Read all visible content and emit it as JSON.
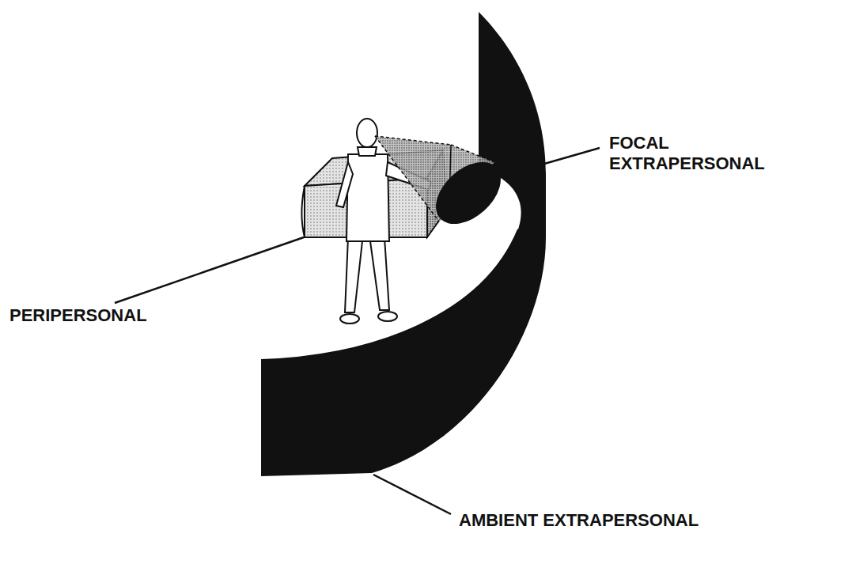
{
  "diagram": {
    "labels": [
      "FOCAL EXTRAPERSONAL",
      "PERIPERSONAL",
      "AMBIENT EXTRAPERSONAL"
    ]
  }
}
